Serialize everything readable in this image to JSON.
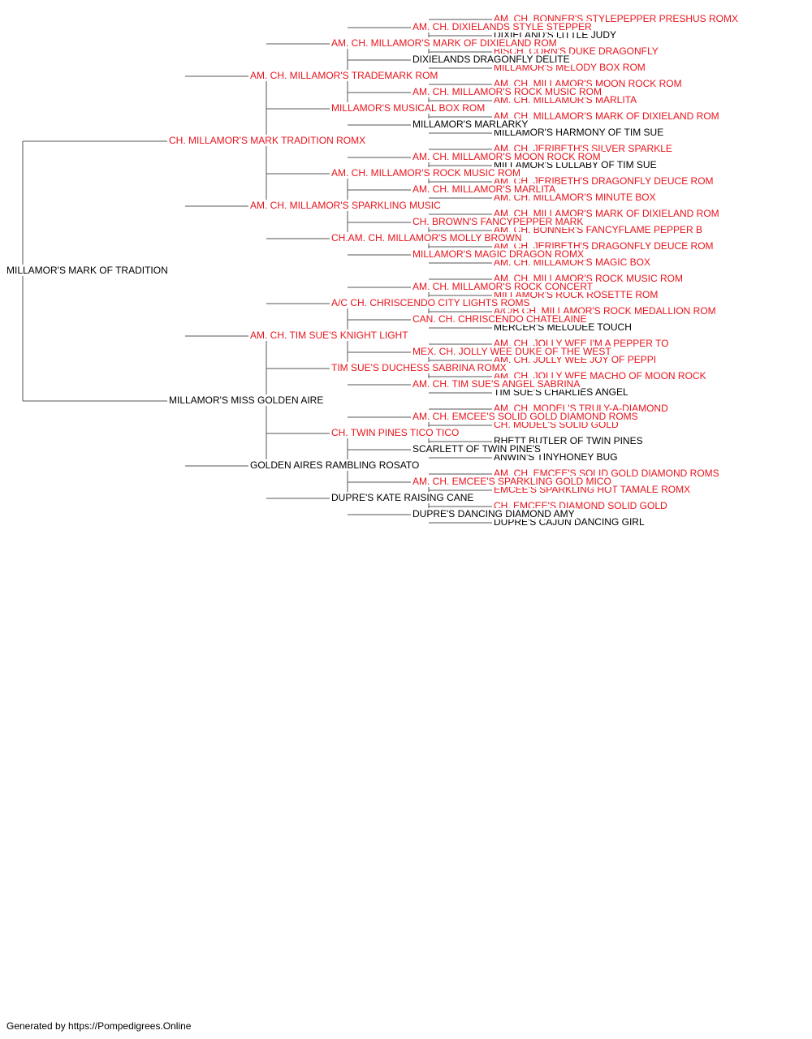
{
  "colors": {
    "champion": "#e8141c",
    "regular": "#000000",
    "lines": "#555555"
  },
  "pedigree": {
    "name": "MILLAMOR'S MARK OF TRADITION",
    "champion": false,
    "sire": {
      "name": "CH. MILLAMOR'S MARK TRADITION ROMX",
      "champion": true,
      "sire": {
        "name": "AM. CH. MILLAMOR'S TRADEMARK ROM",
        "champion": true,
        "sire": {
          "name": "AM. CH. MILLAMOR'S MARK OF DIXIELAND ROM",
          "champion": true,
          "sire": {
            "name": "AM. CH. DIXIELANDS STYLE STEPPER",
            "champion": true,
            "sire": {
              "name": "AM. CH. BONNER'S STYLEPEPPER PRESHUS ROMX",
              "champion": true
            },
            "dam": {
              "name": "DIXIELAND'S LITTLE JUDY",
              "champion": false
            }
          },
          "dam": {
            "name": "DIXIELANDS DRAGONFLY DELITE",
            "champion": false,
            "sire": {
              "name": "BISCH. CORN'S DUKE DRAGONFLY",
              "champion": true
            },
            "dam": {
              "name": "MILLAMOR'S MELODY BOX ROM",
              "champion": true
            }
          }
        },
        "dam": {
          "name": "MILLAMOR'S MUSICAL BOX ROM",
          "champion": true,
          "sire": {
            "name": "AM. CH. MILLAMOR'S ROCK MUSIC ROM",
            "champion": true,
            "sire": {
              "name": "AM. CH. MILLAMOR'S MOON ROCK ROM",
              "champion": true
            },
            "dam": {
              "name": "AM. CH. MILLAMOR'S MARLITA",
              "champion": true
            }
          },
          "dam": {
            "name": "MILLAMOR'S MARLARKY",
            "champion": false,
            "sire": {
              "name": "AM. CH. MILLAMOR'S MARK OF DIXIELAND ROM",
              "champion": true
            },
            "dam": {
              "name": "MILLAMOR'S HARMONY OF TIM SUE",
              "champion": false
            }
          }
        }
      },
      "dam": {
        "name": "AM. CH. MILLAMOR'S SPARKLING MUSIC",
        "champion": true,
        "sire": {
          "name": "AM. CH. MILLAMOR'S ROCK MUSIC ROM",
          "champion": true,
          "sire": {
            "name": "AM. CH. MILLAMOR'S MOON ROCK ROM",
            "champion": true,
            "sire": {
              "name": "AM. CH. JERIBETH'S SILVER SPARKLE",
              "champion": true
            },
            "dam": {
              "name": "MILLAMOR'S LULLABY OF TIM SUE",
              "champion": false
            }
          },
          "dam": {
            "name": "AM. CH. MILLAMOR'S MARLITA",
            "champion": true,
            "sire": {
              "name": "AM. CH. JERIBETH'S DRAGONFLY DEUCE ROM",
              "champion": true
            },
            "dam": {
              "name": "AM. CH. MILLAMOR'S MINUTE BOX",
              "champion": true
            }
          }
        },
        "dam": {
          "name": "CH.AM. CH. MILLAMOR'S MOLLY BROWN",
          "champion": true,
          "sire": {
            "name": "CH. BROWN'S FANCYPEPPER MARK",
            "champion": true,
            "sire": {
              "name": "AM. CH. MILLAMOR'S MARK OF DIXIELAND ROM",
              "champion": true
            },
            "dam": {
              "name": "AM. CH. BONNER'S FANCYFLAME PEPPER B",
              "champion": true
            }
          },
          "dam": {
            "name": "MILLAMOR'S MAGIC DRAGON ROMX",
            "champion": true,
            "sire": {
              "name": "AM. CH. JERIBETH'S DRAGONFLY DEUCE ROM",
              "champion": true
            },
            "dam": {
              "name": "AM. CH. MILLAMOR'S MAGIC BOX",
              "champion": true
            }
          }
        }
      }
    },
    "dam": {
      "name": "MILLAMOR'S MISS GOLDEN AIRE",
      "champion": false,
      "sire": {
        "name": "AM. CH. TIM SUE'S KNIGHT LIGHT",
        "champion": true,
        "sire": {
          "name": "A/C CH. CHRISCENDO CITY LIGHTS ROMS",
          "champion": true,
          "sire": {
            "name": "AM. CH. MILLAMOR'S ROCK CONCERT",
            "champion": true,
            "sire": {
              "name": "AM. CH. MILLAMOR'S ROCK MUSIC ROM",
              "champion": true
            },
            "dam": {
              "name": "MILLAMOR'S ROCK ROSETTE ROM",
              "champion": true
            }
          },
          "dam": {
            "name": "CAN. CH. CHRISCENDO CHATELAINE",
            "champion": true,
            "sire": {
              "name": "A/C/B CH. MILLAMOR'S ROCK MEDALLION ROM",
              "champion": true
            },
            "dam": {
              "name": "MERCER'S MELODEE TOUCH",
              "champion": false
            }
          }
        },
        "dam": {
          "name": "TIM SUE'S DUCHESS SABRINA ROMX",
          "champion": true,
          "sire": {
            "name": "MEX. CH. JOLLY WEE DUKE OF THE WEST",
            "champion": true,
            "sire": {
              "name": "AM. CH. JOLLY WEE I'M A PEPPER TO",
              "champion": true
            },
            "dam": {
              "name": "AM. CH. JOLLY WEE JOY OF PEPPI",
              "champion": true
            }
          },
          "dam": {
            "name": "AM. CH. TIM SUE'S ANGEL SABRINA",
            "champion": true,
            "sire": {
              "name": "AM. CH. JOLLY WEE MACHO OF MOON ROCK",
              "champion": true
            },
            "dam": {
              "name": "TIM SUE'S CHARLIES ANGEL",
              "champion": false
            }
          }
        }
      },
      "dam": {
        "name": "GOLDEN AIRES RAMBLING ROSATO",
        "champion": false,
        "sire": {
          "name": "CH. TWIN PINES TICO TICO",
          "champion": true,
          "sire": {
            "name": "AM. CH. EMCEE'S SOLID GOLD DIAMOND ROMS",
            "champion": true,
            "sire": {
              "name": "AM. CH. MODEL'S TRULY-A-DIAMOND",
              "champion": true
            },
            "dam": {
              "name": "CH. MODEL'S SOLID GOLD",
              "champion": true
            }
          },
          "dam": {
            "name": "SCARLETT OF TWIN PINE'S",
            "champion": false,
            "sire": {
              "name": "RHETT BUTLER OF TWIN PINES",
              "champion": false
            },
            "dam": {
              "name": "ANWIN'S TINYHONEY BUG",
              "champion": false
            }
          }
        },
        "dam": {
          "name": "DUPRE'S KATE RAISING CANE",
          "champion": false,
          "sire": {
            "name": "AM. CH. EMCEE'S SPARKLING GOLD MICO",
            "champion": true,
            "sire": {
              "name": "AM. CH. EMCEE'S SOLID GOLD DIAMOND ROMS",
              "champion": true
            },
            "dam": {
              "name": "EMCEE'S SPARKLING HOT TAMALE ROMX",
              "champion": true
            }
          },
          "dam": {
            "name": "DUPRE'S DANCING DIAMOND AMY",
            "champion": false,
            "sire": {
              "name": "CH. EMCEE'S DIAMOND SOLID GOLD",
              "champion": true
            },
            "dam": {
              "name": "DUPRE'S CAJUN DANCING GIRL",
              "champion": false
            }
          }
        }
      }
    }
  },
  "footer": {
    "text": "Generated by https://Pompedigrees.Online"
  }
}
